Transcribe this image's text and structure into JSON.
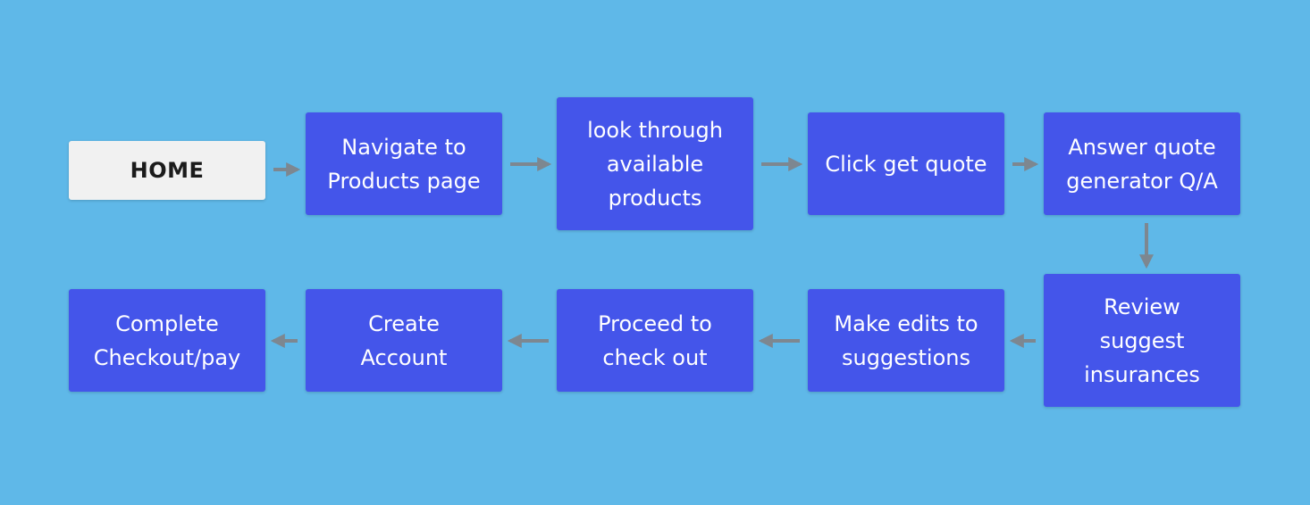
{
  "nodes": {
    "home": "HOME",
    "navigate": "Navigate to\nProducts page",
    "browse": "look through\navailable\nproducts",
    "quote": "Click get quote",
    "answer": "Answer quote\ngenerator Q/A",
    "review": "Review\nsuggest\ninsurances",
    "edits": "Make edits to\nsuggestions",
    "checkout": "Proceed to\ncheck out",
    "account": "Create\nAccount",
    "complete": "Complete\nCheckout/pay"
  },
  "colors": {
    "background": "#5fb8e8",
    "step_box": "#4455ea",
    "home_box": "#f1f1f1",
    "arrow": "#7d8790"
  },
  "flow": [
    [
      "home",
      "navigate"
    ],
    [
      "navigate",
      "browse"
    ],
    [
      "browse",
      "quote"
    ],
    [
      "quote",
      "answer"
    ],
    [
      "answer",
      "review"
    ],
    [
      "review",
      "edits"
    ],
    [
      "edits",
      "checkout"
    ],
    [
      "checkout",
      "account"
    ],
    [
      "account",
      "complete"
    ]
  ]
}
